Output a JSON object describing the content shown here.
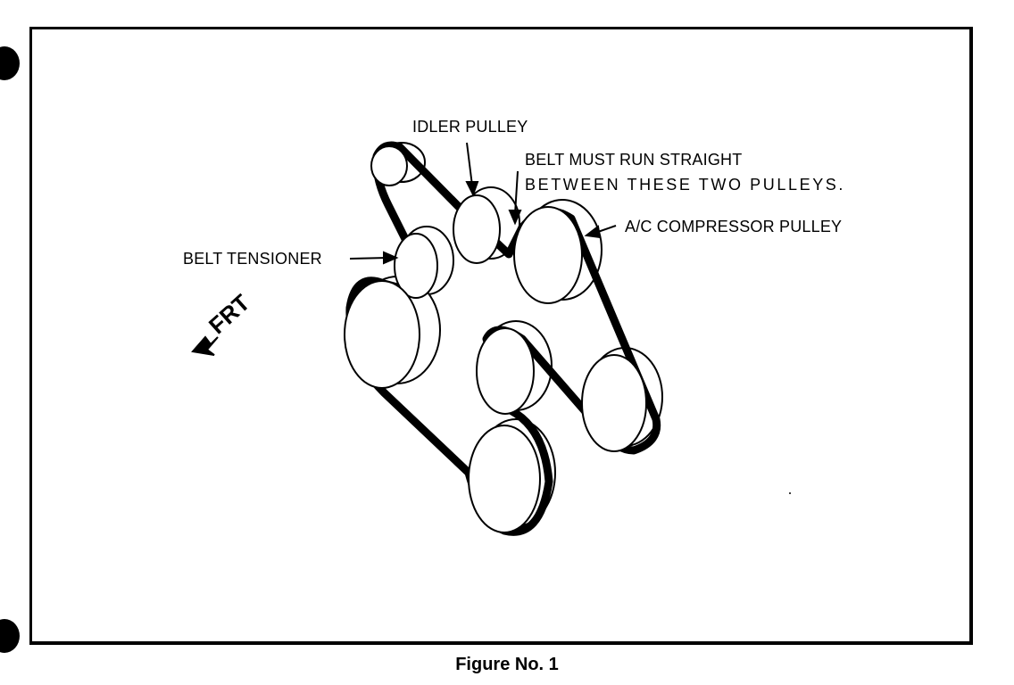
{
  "labels": {
    "idler_pulley": "IDLER PULLEY",
    "belt_straight_line1": "BELT MUST RUN STRAIGHT",
    "belt_straight_line2": "BETWEEN THESE TWO PULLEYS.",
    "ac_compressor_pulley": "A/C COMPRESSOR PULLEY",
    "belt_tensioner": "BELT TENSIONER",
    "front_indicator": "FRT"
  },
  "caption": "Figure No. 1",
  "colors": {
    "ink": "#000000",
    "paper": "#ffffff"
  }
}
